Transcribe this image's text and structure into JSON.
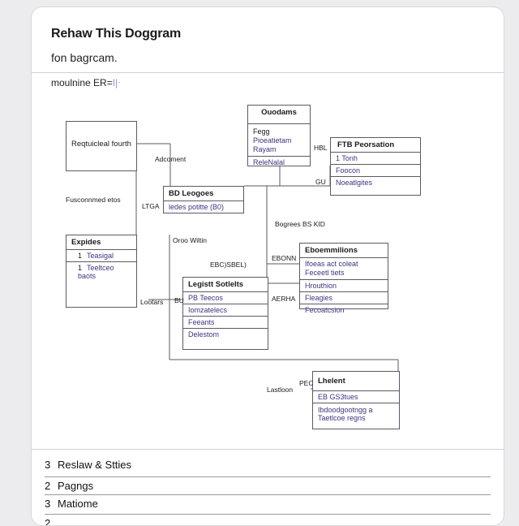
{
  "header": {
    "title": "Rehaw This Doggram",
    "subtitle": "fon bagrcam.",
    "toolbar_text": "moulnine ER=",
    "toolbar_accent": "I|ᐧ"
  },
  "diagram": {
    "box_reqform": {
      "title": "Reqtuicleal fourth"
    },
    "box_oudams": {
      "title": "Ouodams",
      "rows": [
        "Fegg",
        "Pioeatietam",
        "Rayam",
        "ReleNalal"
      ]
    },
    "box_ftb": {
      "title": "FTB Peorsation",
      "rows": [
        "1 Tonh",
        "Foocon",
        "Noeatlgites"
      ]
    },
    "box_logos": {
      "title": "BD Leogoes",
      "rows": [
        "ledes potitte (B0)"
      ]
    },
    "box_expides": {
      "title": "Expides",
      "rows": [
        "Teasigal",
        "Teeltceo baots"
      ],
      "bullets": [
        "1",
        "1"
      ]
    },
    "box_legist": {
      "title": "Legistt Sotlelts",
      "rows": [
        "PB Teecos",
        "Iomzatelecs",
        "Feeants",
        "Delestom"
      ]
    },
    "box_eboments": {
      "title": "Eboemmilions",
      "rows": [
        "Ifoeas act coleat",
        "Feceetl tiets",
        "Hrouthion",
        "Fleagies",
        "Fecoatcsion"
      ]
    },
    "box_lhelent": {
      "title": "Lhelent",
      "rows": [
        "EB GS3tues",
        "Ibdoodgootngg a Taetlcoe regns"
      ]
    },
    "labels": {
      "adcoment": "Adcoment",
      "hbl": "HBL",
      "gu": "GU",
      "fusconnmed": "Fusconnmed etos",
      "ltga": "LTGA",
      "bagreac": "Bogrees BS KID",
      "oroo": "Oroo Wiltin",
      "ebc": "EBC)SBEL)",
      "ebonn": "EBONN",
      "lootars": "Lootars",
      "bu": "BU",
      "aerha": "AERHA",
      "lastlooe": "Lastloon",
      "pec": "PEC"
    }
  },
  "list": {
    "items": [
      {
        "num": "3",
        "label": "Reslaw & Stties"
      },
      {
        "num": "2",
        "label": "Pagngs"
      },
      {
        "num": "3",
        "label": "Matiome"
      },
      {
        "num": "2",
        "label": ""
      }
    ]
  },
  "colors": {
    "accent": "#3a3580",
    "border": "#5a5a66",
    "background": "#ececef"
  }
}
